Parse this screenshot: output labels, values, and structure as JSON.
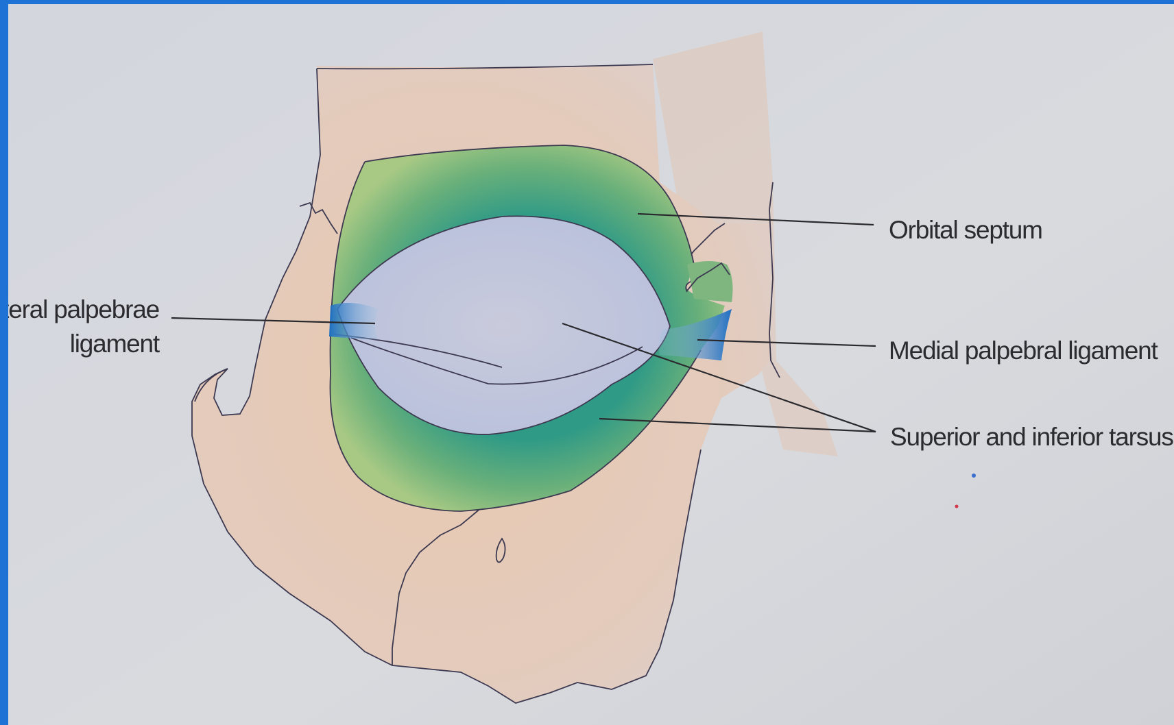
{
  "labels": {
    "orbital_septum": "Orbital septum",
    "lateral_ligament_line1": "ateral palpebrae",
    "lateral_ligament_line2": "ligament",
    "medial_ligament": "Medial palpebral ligament",
    "tarsus": "Superior and inferior tarsus"
  },
  "colors": {
    "page_border": "#1e72d6",
    "paper": "#d6d8de",
    "bone": "#e6cbb6",
    "orbital_septum": "#6aa66e",
    "tarsus": "#c2c6dc",
    "ligament": "#2e78c4"
  }
}
